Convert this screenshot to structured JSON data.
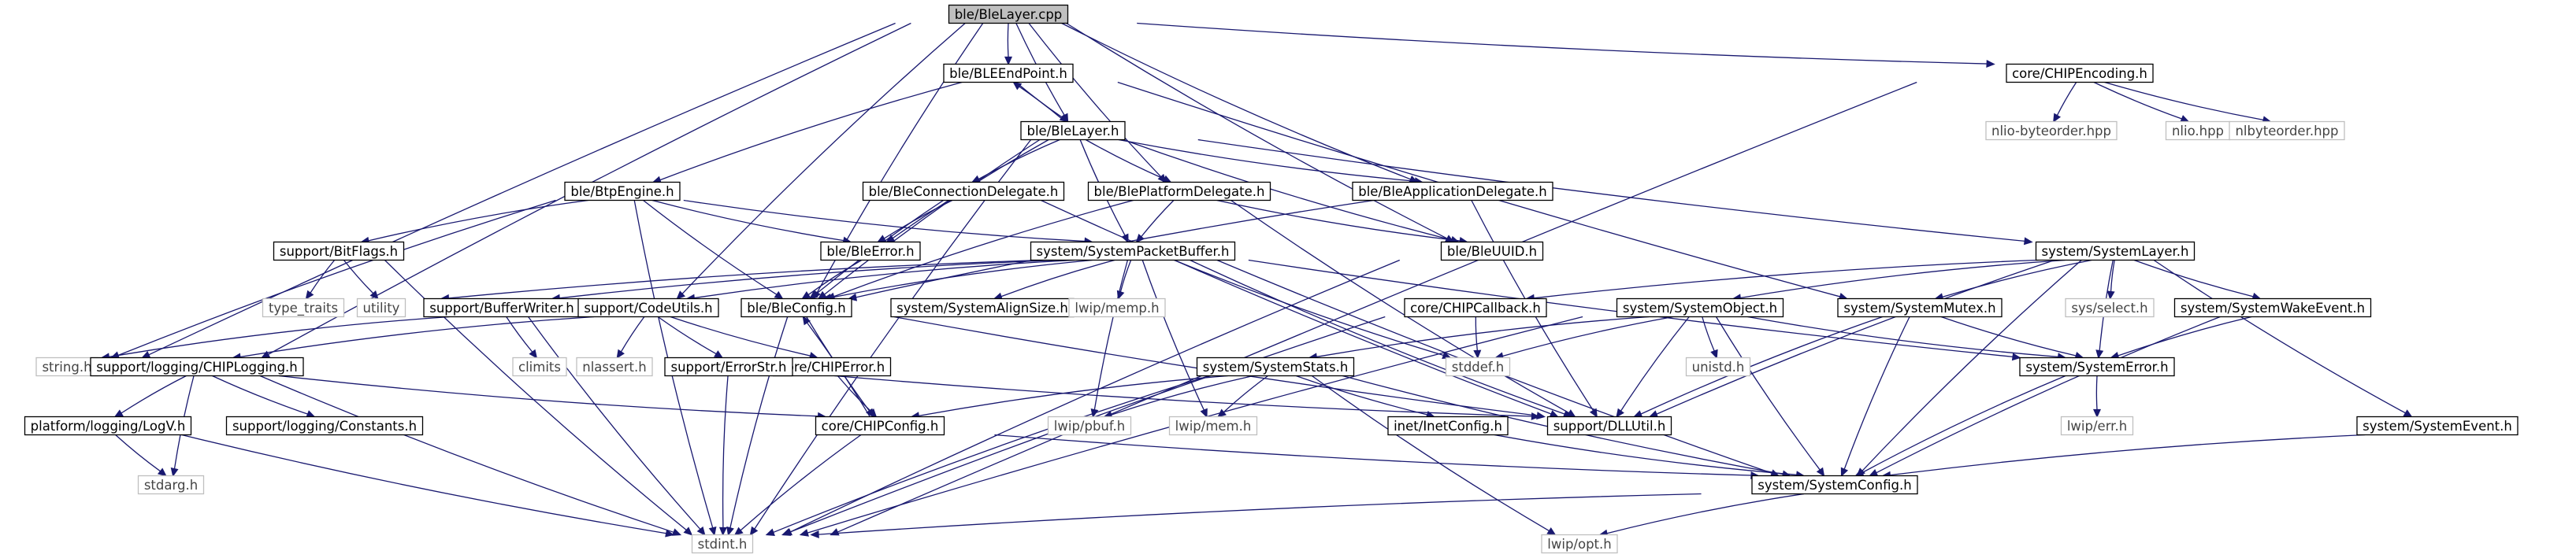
{
  "colors": {
    "edge": "#191970",
    "node_border": "#000000",
    "missing_border": "#bfbfbf",
    "node_fill": "#ffffff",
    "root_fill": "#bfbfbf",
    "text": "#000000",
    "missing_text": "#444444"
  },
  "graph": {
    "nodes": [
      {
        "id": "root",
        "label": "ble/BleLayer.cpp",
        "kind": "root"
      },
      {
        "id": "ble_ep",
        "label": "ble/BLEEndPoint.h",
        "kind": "file"
      },
      {
        "id": "core_enc",
        "label": "core/CHIPEncoding.h",
        "kind": "file"
      },
      {
        "id": "ble_layer",
        "label": "ble/BleLayer.h",
        "kind": "file"
      },
      {
        "id": "nlio_bo",
        "label": "nlio-byteorder.hpp",
        "kind": "missing"
      },
      {
        "id": "nlio",
        "label": "nlio.hpp",
        "kind": "missing"
      },
      {
        "id": "nlbo",
        "label": "nlbyteorder.hpp",
        "kind": "missing"
      },
      {
        "id": "btp",
        "label": "ble/BtpEngine.h",
        "kind": "file"
      },
      {
        "id": "conn_del",
        "label": "ble/BleConnectionDelegate.h",
        "kind": "file"
      },
      {
        "id": "plat_del",
        "label": "ble/BlePlatformDelegate.h",
        "kind": "file"
      },
      {
        "id": "app_del",
        "label": "ble/BleApplicationDelegate.h",
        "kind": "file"
      },
      {
        "id": "bitflags",
        "label": "support/BitFlags.h",
        "kind": "file"
      },
      {
        "id": "ble_err",
        "label": "ble/BleError.h",
        "kind": "file"
      },
      {
        "id": "spb",
        "label": "system/SystemPacketBuffer.h",
        "kind": "file"
      },
      {
        "id": "uuid",
        "label": "ble/BleUUID.h",
        "kind": "file"
      },
      {
        "id": "sys_layer",
        "label": "system/SystemLayer.h",
        "kind": "file"
      },
      {
        "id": "type_traits",
        "label": "type_traits",
        "kind": "missing"
      },
      {
        "id": "utility",
        "label": "utility",
        "kind": "missing"
      },
      {
        "id": "buf_writer",
        "label": "support/BufferWriter.h",
        "kind": "file"
      },
      {
        "id": "code_utils",
        "label": "support/CodeUtils.h",
        "kind": "file"
      },
      {
        "id": "ble_config",
        "label": "ble/BleConfig.h",
        "kind": "file"
      },
      {
        "id": "align",
        "label": "system/SystemAlignSize.h",
        "kind": "file"
      },
      {
        "id": "lwip_memp",
        "label": "lwip/memp.h",
        "kind": "missing"
      },
      {
        "id": "chip_cb",
        "label": "core/CHIPCallback.h",
        "kind": "file"
      },
      {
        "id": "sys_obj",
        "label": "system/SystemObject.h",
        "kind": "file"
      },
      {
        "id": "sys_mutex",
        "label": "system/SystemMutex.h",
        "kind": "file"
      },
      {
        "id": "sys_select",
        "label": "sys/select.h",
        "kind": "missing"
      },
      {
        "id": "sys_wake",
        "label": "system/SystemWakeEvent.h",
        "kind": "file"
      },
      {
        "id": "string",
        "label": "string.h",
        "kind": "missing"
      },
      {
        "id": "climits",
        "label": "climits",
        "kind": "missing"
      },
      {
        "id": "nlassert",
        "label": "nlassert.h",
        "kind": "missing"
      },
      {
        "id": "chip_err",
        "label": "core/CHIPError.h",
        "kind": "file"
      },
      {
        "id": "err_str",
        "label": "support/ErrorStr.h",
        "kind": "file"
      },
      {
        "id": "stddef",
        "label": "stddef.h",
        "kind": "missing"
      },
      {
        "id": "unistd",
        "label": "unistd.h",
        "kind": "missing"
      },
      {
        "id": "sys_error",
        "label": "system/SystemError.h",
        "kind": "file"
      },
      {
        "id": "chip_logging",
        "label": "support/logging/CHIPLogging.h",
        "kind": "file"
      },
      {
        "id": "sys_stats",
        "label": "system/SystemStats.h",
        "kind": "file"
      },
      {
        "id": "logv",
        "label": "platform/logging/LogV.h",
        "kind": "file"
      },
      {
        "id": "constants",
        "label": "support/logging/Constants.h",
        "kind": "file"
      },
      {
        "id": "chip_config",
        "label": "core/CHIPConfig.h",
        "kind": "file"
      },
      {
        "id": "lwip_pbuf",
        "label": "lwip/pbuf.h",
        "kind": "missing"
      },
      {
        "id": "lwip_mem",
        "label": "lwip/mem.h",
        "kind": "missing"
      },
      {
        "id": "inet_config",
        "label": "inet/InetConfig.h",
        "kind": "file"
      },
      {
        "id": "dllutil",
        "label": "support/DLLUtil.h",
        "kind": "file"
      },
      {
        "id": "lwip_err",
        "label": "lwip/err.h",
        "kind": "missing"
      },
      {
        "id": "sys_event",
        "label": "system/SystemEvent.h",
        "kind": "file"
      },
      {
        "id": "stdarg",
        "label": "stdarg.h",
        "kind": "missing"
      },
      {
        "id": "sys_config",
        "label": "system/SystemConfig.h",
        "kind": "file"
      },
      {
        "id": "stdint",
        "label": "stdint.h",
        "kind": "missing"
      },
      {
        "id": "lwip_opt",
        "label": "lwip/opt.h",
        "kind": "missing"
      }
    ],
    "edges": [
      [
        "root",
        "ble_ep"
      ],
      [
        "root",
        "core_enc"
      ],
      [
        "root",
        "ble_layer"
      ],
      [
        "root",
        "string"
      ],
      [
        "root",
        "chip_logging"
      ],
      [
        "root",
        "code_utils"
      ],
      [
        "root",
        "ble_config"
      ],
      [
        "root",
        "plat_del"
      ],
      [
        "root",
        "app_del"
      ],
      [
        "root",
        "uuid"
      ],
      [
        "ble_ep",
        "ble_layer"
      ],
      [
        "ble_layer",
        "ble_ep"
      ],
      [
        "ble_ep",
        "btp"
      ],
      [
        "ble_ep",
        "sys_mutex"
      ],
      [
        "core_enc",
        "nlio_bo"
      ],
      [
        "core_enc",
        "nlio"
      ],
      [
        "core_enc",
        "nlbo"
      ],
      [
        "core_enc",
        "stdint"
      ],
      [
        "ble_layer",
        "conn_del"
      ],
      [
        "ble_layer",
        "plat_del"
      ],
      [
        "ble_layer",
        "app_del"
      ],
      [
        "ble_layer",
        "ble_err"
      ],
      [
        "ble_layer",
        "spb"
      ],
      [
        "ble_layer",
        "uuid"
      ],
      [
        "ble_layer",
        "sys_layer"
      ],
      [
        "ble_layer",
        "ble_config"
      ],
      [
        "ble_layer",
        "stdint"
      ],
      [
        "btp",
        "bitflags"
      ],
      [
        "btp",
        "ble_err"
      ],
      [
        "btp",
        "spb"
      ],
      [
        "btp",
        "ble_config"
      ],
      [
        "btp",
        "string"
      ],
      [
        "btp",
        "stdint"
      ],
      [
        "conn_del",
        "ble_err"
      ],
      [
        "conn_del",
        "ble_config"
      ],
      [
        "conn_del",
        "dllutil"
      ],
      [
        "plat_del",
        "spb"
      ],
      [
        "plat_del",
        "ble_config"
      ],
      [
        "plat_del",
        "uuid"
      ],
      [
        "plat_del",
        "dllutil"
      ],
      [
        "app_del",
        "ble_config"
      ],
      [
        "app_del",
        "dllutil"
      ],
      [
        "bitflags",
        "type_traits"
      ],
      [
        "bitflags",
        "utility"
      ],
      [
        "bitflags",
        "stdint"
      ],
      [
        "ble_err",
        "ble_config"
      ],
      [
        "spb",
        "utility"
      ],
      [
        "spb",
        "buf_writer"
      ],
      [
        "spb",
        "code_utils"
      ],
      [
        "spb",
        "ble_config"
      ],
      [
        "spb",
        "align"
      ],
      [
        "spb",
        "lwip_memp"
      ],
      [
        "spb",
        "stddef"
      ],
      [
        "spb",
        "lwip_pbuf"
      ],
      [
        "spb",
        "lwip_mem"
      ],
      [
        "spb",
        "dllutil"
      ],
      [
        "spb",
        "sys_error"
      ],
      [
        "spb",
        "sys_config"
      ],
      [
        "uuid",
        "stdint"
      ],
      [
        "sys_layer",
        "chip_cb"
      ],
      [
        "sys_layer",
        "sys_obj"
      ],
      [
        "sys_layer",
        "sys_mutex"
      ],
      [
        "sys_layer",
        "sys_select"
      ],
      [
        "sys_layer",
        "sys_wake"
      ],
      [
        "sys_layer",
        "sys_error"
      ],
      [
        "sys_layer",
        "sys_event"
      ],
      [
        "sys_layer",
        "dllutil"
      ],
      [
        "sys_layer",
        "sys_config"
      ],
      [
        "buf_writer",
        "string"
      ],
      [
        "buf_writer",
        "climits"
      ],
      [
        "buf_writer",
        "stdint"
      ],
      [
        "code_utils",
        "chip_logging"
      ],
      [
        "code_utils",
        "nlassert"
      ],
      [
        "code_utils",
        "chip_err"
      ],
      [
        "code_utils",
        "err_str"
      ],
      [
        "ble_config",
        "chip_config"
      ],
      [
        "ble_config",
        "stdint"
      ],
      [
        "ble_config",
        "dllutil"
      ],
      [
        "chip_cb",
        "stddef"
      ],
      [
        "chip_cb",
        "stdint"
      ],
      [
        "sys_obj",
        "sys_stats"
      ],
      [
        "sys_obj",
        "stddef"
      ],
      [
        "sys_obj",
        "unistd"
      ],
      [
        "sys_obj",
        "sys_error"
      ],
      [
        "sys_obj",
        "dllutil"
      ],
      [
        "sys_obj",
        "sys_config"
      ],
      [
        "sys_obj",
        "stdint"
      ],
      [
        "sys_mutex",
        "sys_error"
      ],
      [
        "sys_mutex",
        "dllutil"
      ],
      [
        "sys_mutex",
        "sys_config"
      ],
      [
        "sys_wake",
        "sys_error"
      ],
      [
        "sys_wake",
        "sys_config"
      ],
      [
        "chip_err",
        "chip_config"
      ],
      [
        "err_str",
        "stdint"
      ],
      [
        "err_str",
        "dllutil"
      ],
      [
        "sys_error",
        "lwip_err"
      ],
      [
        "sys_error",
        "sys_config"
      ],
      [
        "chip_logging",
        "logv"
      ],
      [
        "chip_logging",
        "constants"
      ],
      [
        "chip_logging",
        "stdarg"
      ],
      [
        "chip_logging",
        "chip_config"
      ],
      [
        "chip_logging",
        "stdint"
      ],
      [
        "sys_stats",
        "chip_config"
      ],
      [
        "sys_stats",
        "lwip_pbuf"
      ],
      [
        "sys_stats",
        "lwip_mem"
      ],
      [
        "sys_stats",
        "inet_config"
      ],
      [
        "sys_stats",
        "sys_config"
      ],
      [
        "sys_stats",
        "lwip_opt"
      ],
      [
        "sys_stats",
        "stdint"
      ],
      [
        "logv",
        "stdarg"
      ],
      [
        "logv",
        "stdint"
      ],
      [
        "chip_config",
        "sys_config"
      ],
      [
        "chip_config",
        "ble_config"
      ],
      [
        "chip_config",
        "stdint"
      ],
      [
        "inet_config",
        "sys_config"
      ],
      [
        "sys_event",
        "sys_config"
      ],
      [
        "sys_config",
        "stdint"
      ],
      [
        "sys_config",
        "lwip_opt"
      ]
    ]
  }
}
